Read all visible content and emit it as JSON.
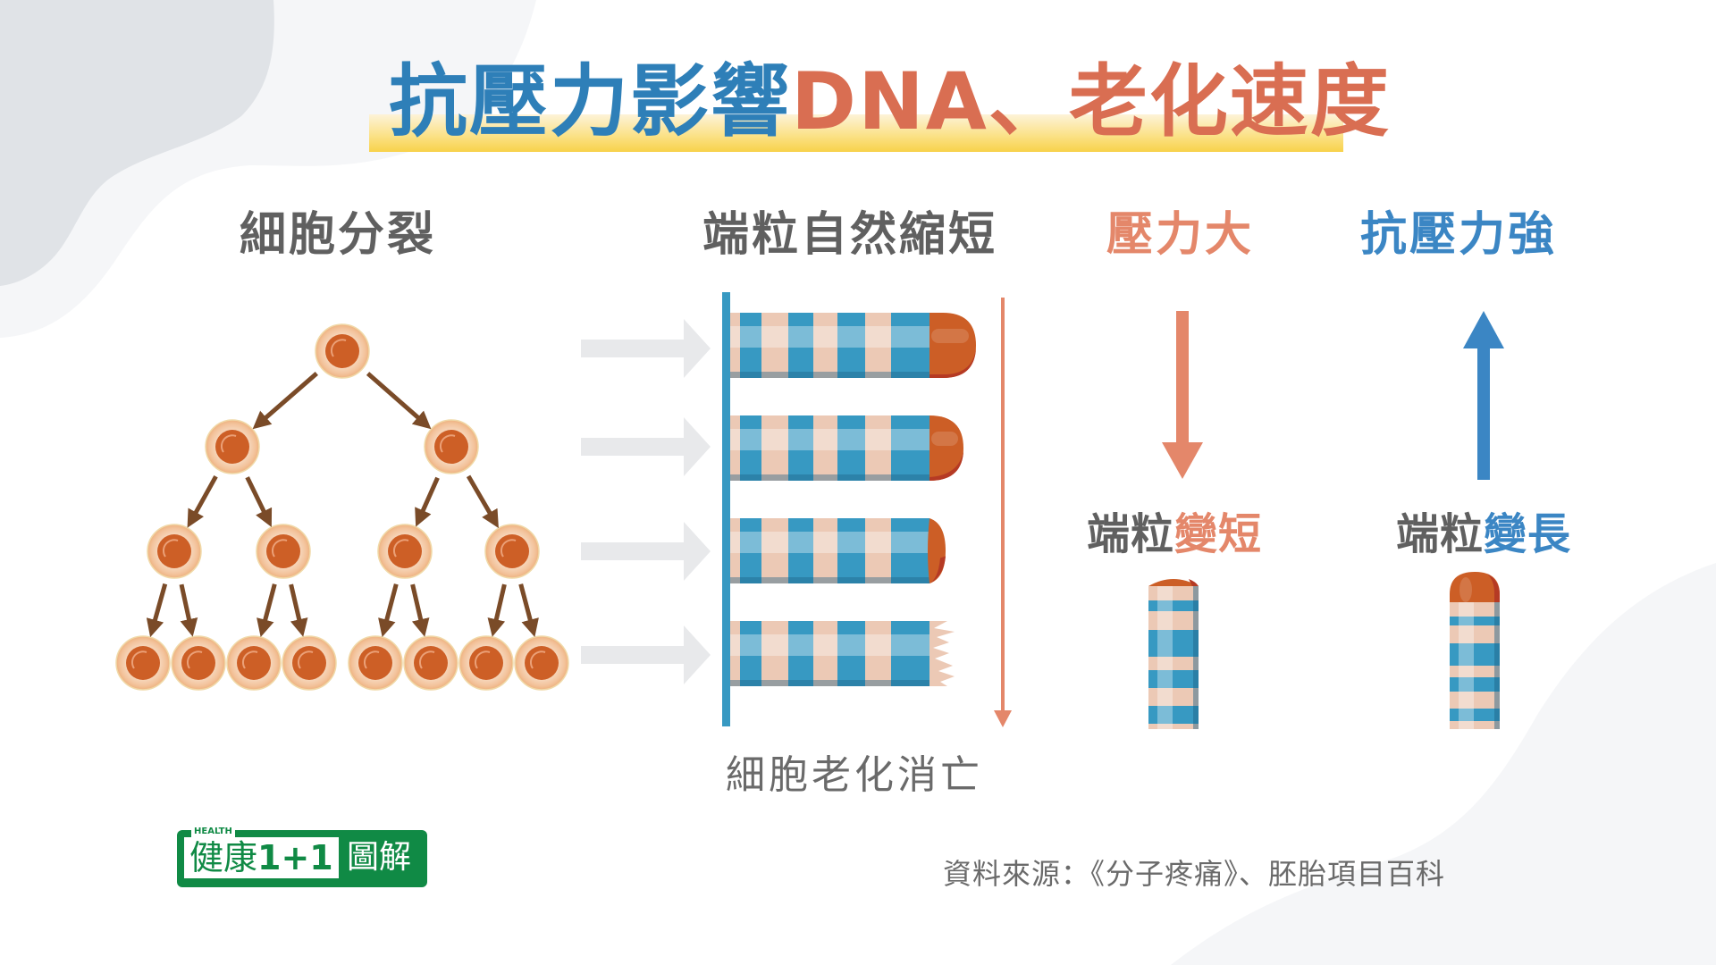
{
  "title": {
    "part1": "抗壓力影響",
    "part2": "DNA、老化速度"
  },
  "sections": {
    "cell_division": "細胞分裂",
    "telomere_shortening": "端粒自然縮短",
    "high_stress": "壓力大",
    "strong_resilience": "抗壓力強"
  },
  "telomere_result": {
    "shorter_prefix": "端粒",
    "shorter_suffix": "變短",
    "longer_prefix": "端粒",
    "longer_suffix": "變長"
  },
  "cell_death": "細胞老化消亡",
  "source": "資料來源：《分子疼痛》、胚胎項目百科",
  "logo": {
    "tag": "HEALTH",
    "brand": "健康",
    "number": "1+1",
    "suffix": "圖解"
  },
  "diagram": {
    "cell_tree_levels": [
      1,
      2,
      4,
      8
    ],
    "telomere_rows": [
      "intact-long",
      "intact-medium",
      "intact-short",
      "frayed"
    ],
    "arrows": {
      "stress": "down-arrow",
      "resilience": "up-arrow",
      "aging": "down-arrow"
    }
  },
  "colors": {
    "title_blue": "#2e7fb8",
    "title_orange": "#d96e52",
    "heading_gray": "#606060",
    "stress_orange": "#e4876a",
    "resilience_blue": "#3b86c4",
    "cell_nucleus": "#cd5f26",
    "cell_membrane": "#f3c39c",
    "arrow_brown": "#7a4b28",
    "telomere_blue": "#3799c2",
    "telomere_pink": "#ecc9b5",
    "telomere_cap": "#cc5e26",
    "logo_green": "#108a45",
    "highlight_yellow": "#f8d24a"
  }
}
